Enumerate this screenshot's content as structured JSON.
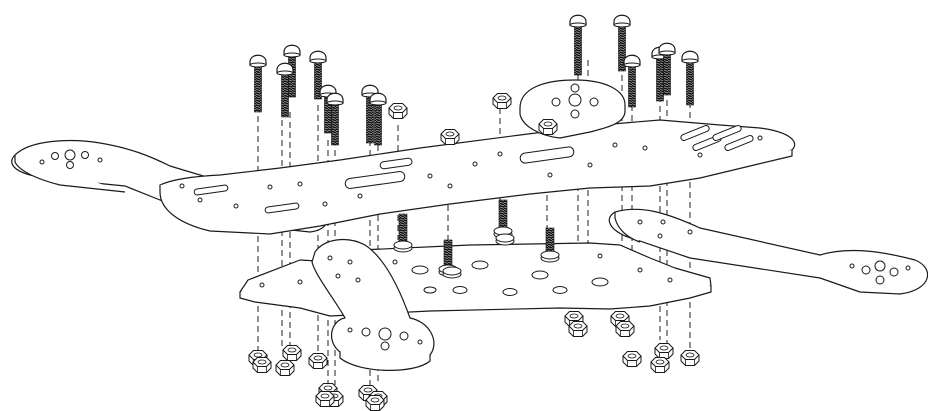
{
  "diagram": {
    "type": "exploded-assembly",
    "description_text": "",
    "colors": {
      "line": "#1a1a1a",
      "background": "#ffffff",
      "fill": "#ffffff",
      "thread": "#111111"
    },
    "parts": {
      "long_screw_count": 14,
      "standoff_count": 6,
      "bottom_nut_count": 19,
      "top_nut_count": 3,
      "arm_count": 4,
      "plate_count": 2
    }
  }
}
